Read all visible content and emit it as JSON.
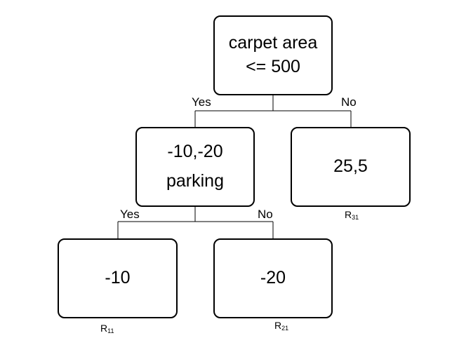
{
  "root": {
    "line1": "carpet area",
    "line2": "<= 500",
    "yes_label": "Yes",
    "no_label": "No"
  },
  "left_child": {
    "line1": "-10,-20",
    "line2": "parking",
    "yes_label": "Yes",
    "no_label": "No"
  },
  "right_leaf": {
    "value": "25,5",
    "region": {
      "letter": "R",
      "sub": "31"
    }
  },
  "leaf_yes": {
    "value": "-10",
    "region": {
      "letter": "R",
      "sub": "11"
    }
  },
  "leaf_no": {
    "value": "-20",
    "region": {
      "letter": "R",
      "sub": "21"
    }
  }
}
